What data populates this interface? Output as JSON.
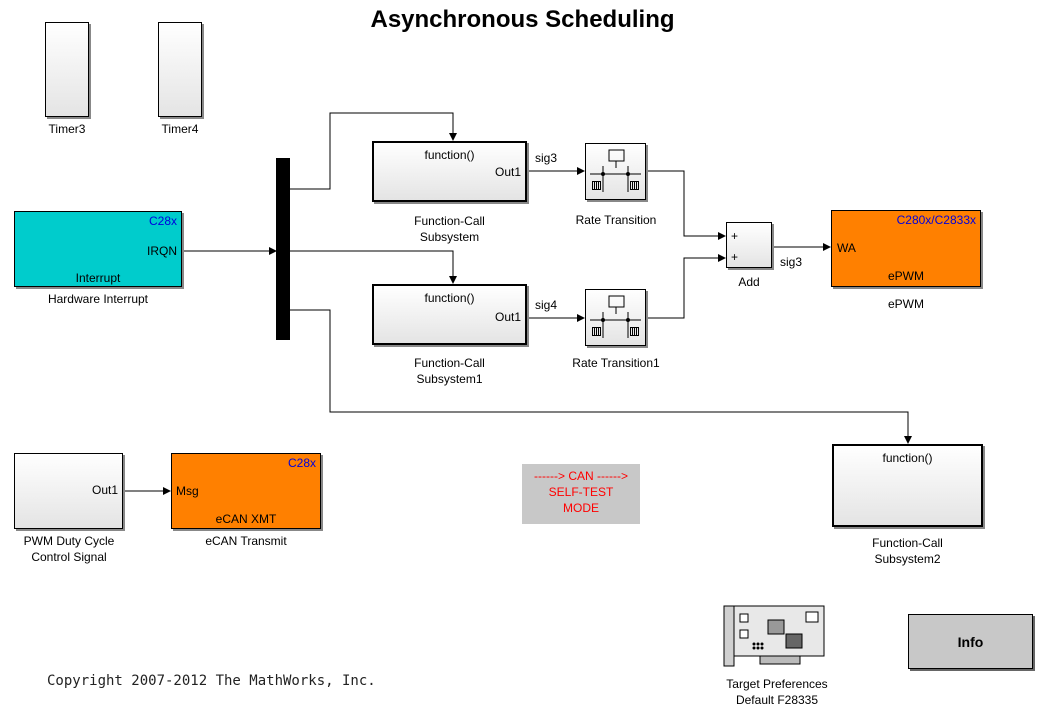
{
  "title": "Asynchronous Scheduling",
  "blocks": {
    "timer3": {
      "label": "Timer3"
    },
    "timer4": {
      "label": "Timer4"
    },
    "hw_interrupt": {
      "tag": "C28x",
      "port": "IRQN",
      "inner": "Interrupt",
      "label": "Hardware Interrupt"
    },
    "fcs": {
      "header": "function()",
      "port": "Out1",
      "label_line1": "Function-Call",
      "label_line2": "Subsystem"
    },
    "fcs1": {
      "header": "function()",
      "port": "Out1",
      "label_line1": "Function-Call",
      "label_line2": "Subsystem1"
    },
    "fcs2": {
      "header": "function()",
      "label_line1": "Function-Call",
      "label_line2": "Subsystem2"
    },
    "rate_transition": {
      "label": "Rate Transition"
    },
    "rate_transition1": {
      "label": "Rate Transition1"
    },
    "add": {
      "sign1": "+",
      "sign2": "+",
      "label": "Add"
    },
    "epwm": {
      "tag": "C280x/C2833x",
      "port": "WA",
      "inner": "ePWM",
      "label": "ePWM"
    },
    "pwm_duty": {
      "port": "Out1",
      "label_line1": "PWM Duty Cycle",
      "label_line2": "Control Signal"
    },
    "ecan": {
      "tag": "C28x",
      "port": "Msg",
      "inner": "eCAN XMT",
      "label": "eCAN Transmit"
    },
    "target_prefs": {
      "label_line1": "Target Preferences",
      "label_line2": "Default F28335"
    }
  },
  "signals": {
    "sig3": "sig3",
    "sig4": "sig4",
    "add_out": "sig3"
  },
  "note": {
    "line1": "------> CAN ------>",
    "line2": "SELF-TEST",
    "line3": "MODE"
  },
  "info_button": "Info",
  "copyright": "Copyright 2007-2012 The MathWorks, Inc.",
  "colors": {
    "cyan": "#00cccc",
    "orange": "#ff8000",
    "note_bg": "#c8c8c8",
    "note_text": "#ff0000",
    "tag_text": "#0000dd"
  }
}
